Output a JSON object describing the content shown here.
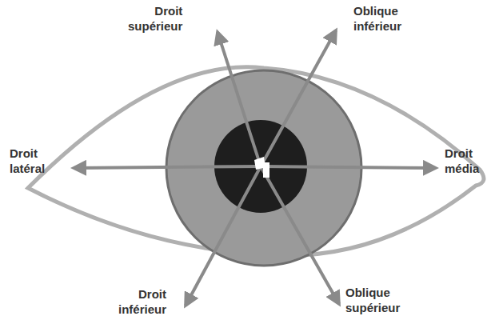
{
  "diagram": {
    "labels": [
      "Droit supérieur",
      "Oblique inférieur",
      "Droit latéral",
      "Droit média",
      "Droit inférieur",
      "Oblique supérieur"
    ]
  }
}
